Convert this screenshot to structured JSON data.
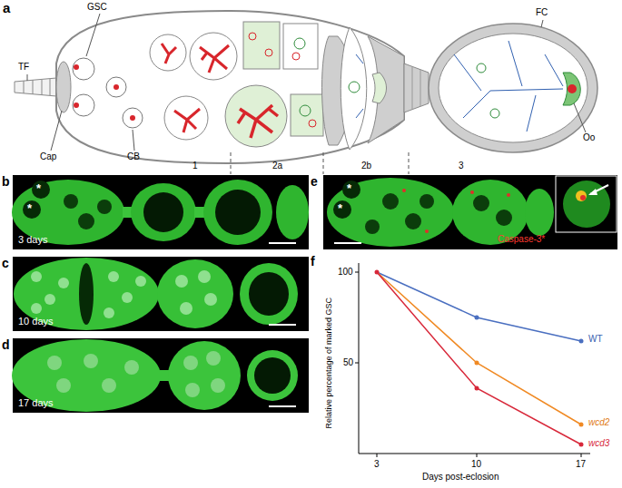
{
  "diagram": {
    "labels": [
      "a",
      "TF",
      "GSC",
      "FC",
      "Cap",
      "CB",
      "1",
      "2a",
      "2b",
      "3",
      "Oo",
      "b",
      "*",
      "*",
      "3 days",
      "c",
      "10 days",
      "d",
      "17 days",
      "e",
      "*",
      "*",
      "Caspase-3*",
      "f",
      "100",
      "50",
      "3",
      "10",
      "17",
      "Days post-eclosion",
      "Relative percentage of marked GSC",
      "WT",
      "wcd2",
      "wcd3"
    ]
  }
}
